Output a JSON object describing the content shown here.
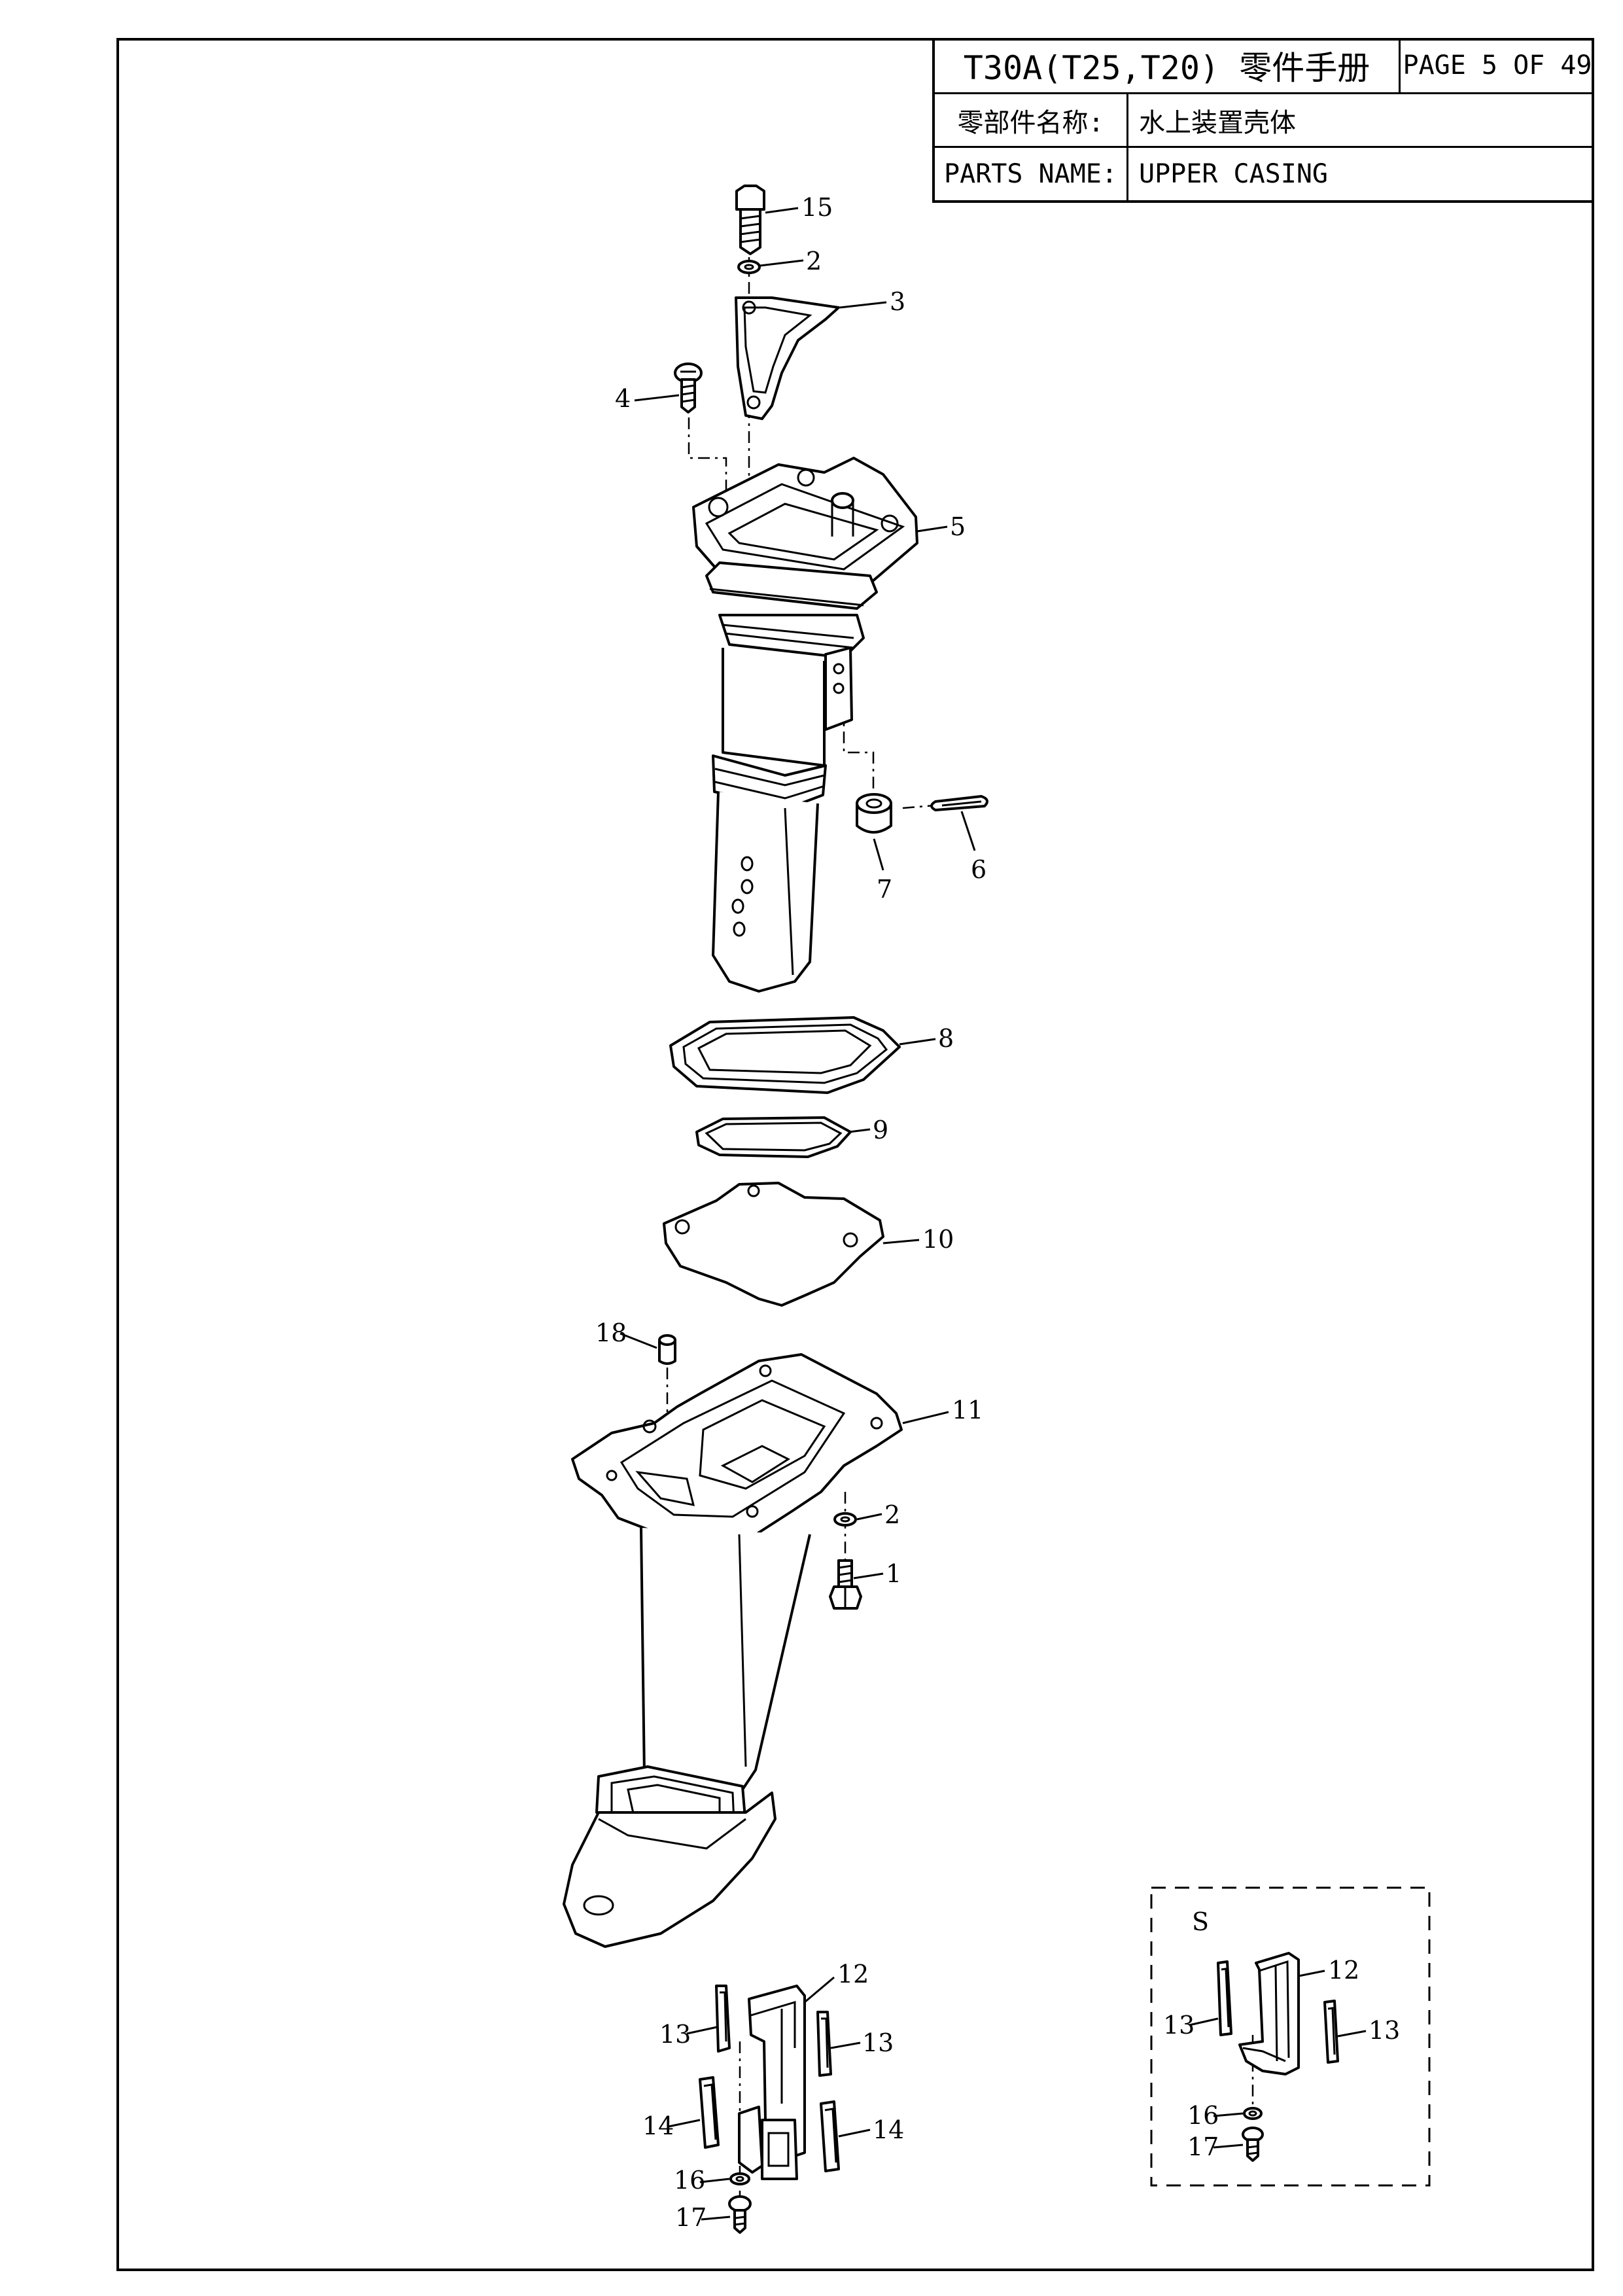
{
  "title_block": {
    "doc_title": "T30A(T25,T20) 零件手册",
    "page_label": "PAGE 5 OF 49",
    "cn_name_label": "零部件名称:",
    "cn_name_value": "水上装置壳体",
    "en_name_label": "PARTS NAME:",
    "en_name_value": "UPPER CASING"
  },
  "callouts": {
    "c15": "15",
    "c2a": "2",
    "c3": "3",
    "c4": "4",
    "c5": "5",
    "c6": "6",
    "c7": "7",
    "c8": "8",
    "c9": "9",
    "c10": "10",
    "c18": "18",
    "c11": "11",
    "c2b": "2",
    "c1": "1",
    "c12": "12",
    "c13a": "13",
    "c13b": "13",
    "c14a": "14",
    "c14b": "14",
    "c16": "16",
    "c17": "17"
  },
  "variant_box": {
    "label": "S",
    "c12": "12",
    "c13a": "13",
    "c13b": "13",
    "c16": "16",
    "c17": "17"
  }
}
